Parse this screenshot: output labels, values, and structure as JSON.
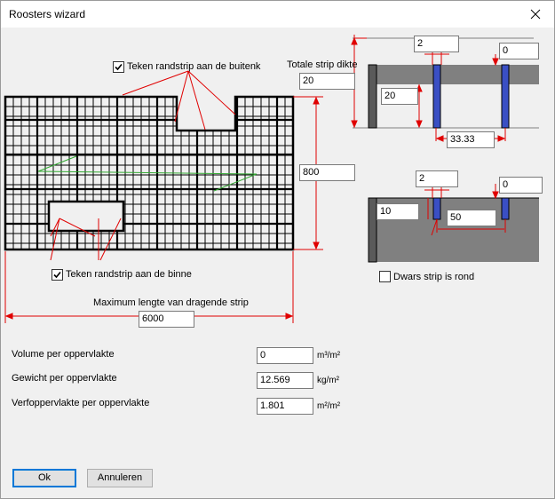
{
  "window": {
    "title": "Roosters wizard"
  },
  "grating": {
    "outer_checkbox_label": "Teken randstrip aan de buitenk",
    "outer_checked": true,
    "inner_checkbox_label": "Teken randstrip aan de binne",
    "inner_checked": true,
    "height_value": "800",
    "max_length_label": "Maximum lengte van dragende strip",
    "length_value": "6000"
  },
  "bearing_strip": {
    "total_thickness_label": "Totale strip dikte",
    "total_thickness_value": "20",
    "thickness_value": "2",
    "offset_value": "0",
    "height_value": "20",
    "pitch_value": "33.33"
  },
  "cross_strip": {
    "thickness_value": "2",
    "offset_value": "0",
    "height_value": "10",
    "pitch_value": "50",
    "round_checkbox_label": "Dwars strip is rond",
    "round_checked": false
  },
  "results": {
    "volume_label": "Volume per oppervlakte",
    "volume_value": "0",
    "volume_unit": "m³/m²",
    "weight_label": "Gewicht per oppervlakte",
    "weight_value": "12.569",
    "weight_unit": "kg/m²",
    "paint_label": "Verfoppervlakte per oppervlakte",
    "paint_value": "1.801",
    "paint_unit": "m²/m²"
  },
  "buttons": {
    "ok": "Ok",
    "cancel": "Annuleren"
  },
  "colors": {
    "dimension_red": "#e00000",
    "strip_blue": "#3a4fc4",
    "plate_gray": "#808080",
    "diagonal_green": "#33aa33"
  }
}
